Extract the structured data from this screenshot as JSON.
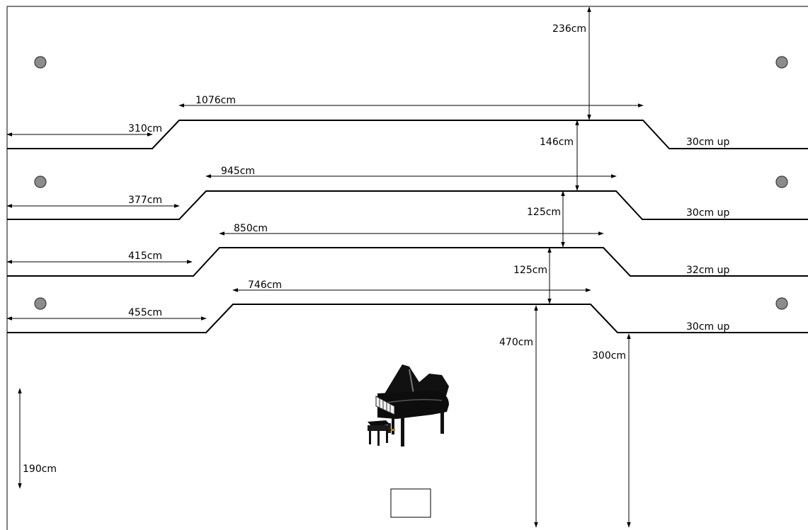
{
  "colors": {
    "line": "#000000",
    "pillar_fill": "#8c8c8c",
    "pillar_stroke": "#3a3a3a",
    "background": "#ffffff"
  },
  "icons": {
    "piano": "grand-piano-icon",
    "pillar": "pillar-marker",
    "box": "podium-box"
  },
  "tiers": [
    {
      "width_label": "1076cm",
      "side_offset_label": "310cm",
      "height_label": "30cm up"
    },
    {
      "width_label": "945cm",
      "side_offset_label": "377cm",
      "height_label": "30cm up"
    },
    {
      "width_label": "850cm",
      "side_offset_label": "415cm",
      "height_label": "32cm up"
    },
    {
      "width_label": "746cm",
      "side_offset_label": "455cm",
      "height_label": "30cm up"
    }
  ],
  "depths": {
    "back_wall": "236cm",
    "tier1_to_tier2": "146cm",
    "tier2_to_tier3": "125cm",
    "tier3_to_tier4": "125cm",
    "tier4_to_front": "470cm",
    "corner_to_front": "300cm",
    "left_floor": "190cm"
  }
}
